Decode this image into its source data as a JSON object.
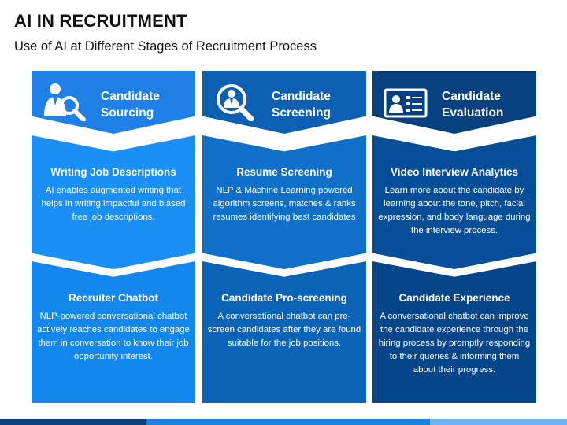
{
  "title": "AI IN RECRUITMENT",
  "subtitle": "Use of AI at Different Stages of Recruitment Process",
  "columns": [
    {
      "header": "Candidate Sourcing",
      "icon": "candidate-search-icon",
      "colors": {
        "header": "#1e7fe6",
        "middle": "#1a8ff5",
        "bottom": "#1487ee"
      },
      "blocks": [
        {
          "heading": "Writing Job Descriptions",
          "body": "AI enables augmented writing that helps in writing impactful and biased free job descriptions."
        },
        {
          "heading": "Recruiter Chatbot",
          "body": "NLP-powered conversational chatbot actively reaches candidates to engage them in conversation to know their job opportunity interest."
        }
      ]
    },
    {
      "header": "Candidate Screening",
      "icon": "screening-magnifier-icon",
      "colors": {
        "header": "#0c5fb3",
        "middle": "#0f6fc9",
        "bottom": "#0b63b8"
      },
      "blocks": [
        {
          "heading": "Resume Screening",
          "body": "NLP & Machine Learning powered algorithm screens, matches & ranks resumes identifying best candidates"
        },
        {
          "heading": "Candidate Pro-screening",
          "body": "A conversational chatbot can pre-screen candidates after they are found suitable for the job positions."
        }
      ]
    },
    {
      "header": "Candidate Evaluation",
      "icon": "id-card-icon",
      "colors": {
        "header": "#06407e",
        "middle": "#064f98",
        "bottom": "#05458a"
      },
      "blocks": [
        {
          "heading": "Video Interview Analytics",
          "body": "Learn more about the candidate by learning about the tone, pitch, facial expression, and body language during the interview process."
        },
        {
          "heading": "Candidate Experience",
          "body": "A conversational chatbot can improve the candidate experience through the hiring process by promptly responding to their queries & informing them about their progress."
        }
      ]
    }
  ],
  "footer_colors": [
    "#0e3f78",
    "#1c7fe0",
    "#6fb5f5"
  ]
}
